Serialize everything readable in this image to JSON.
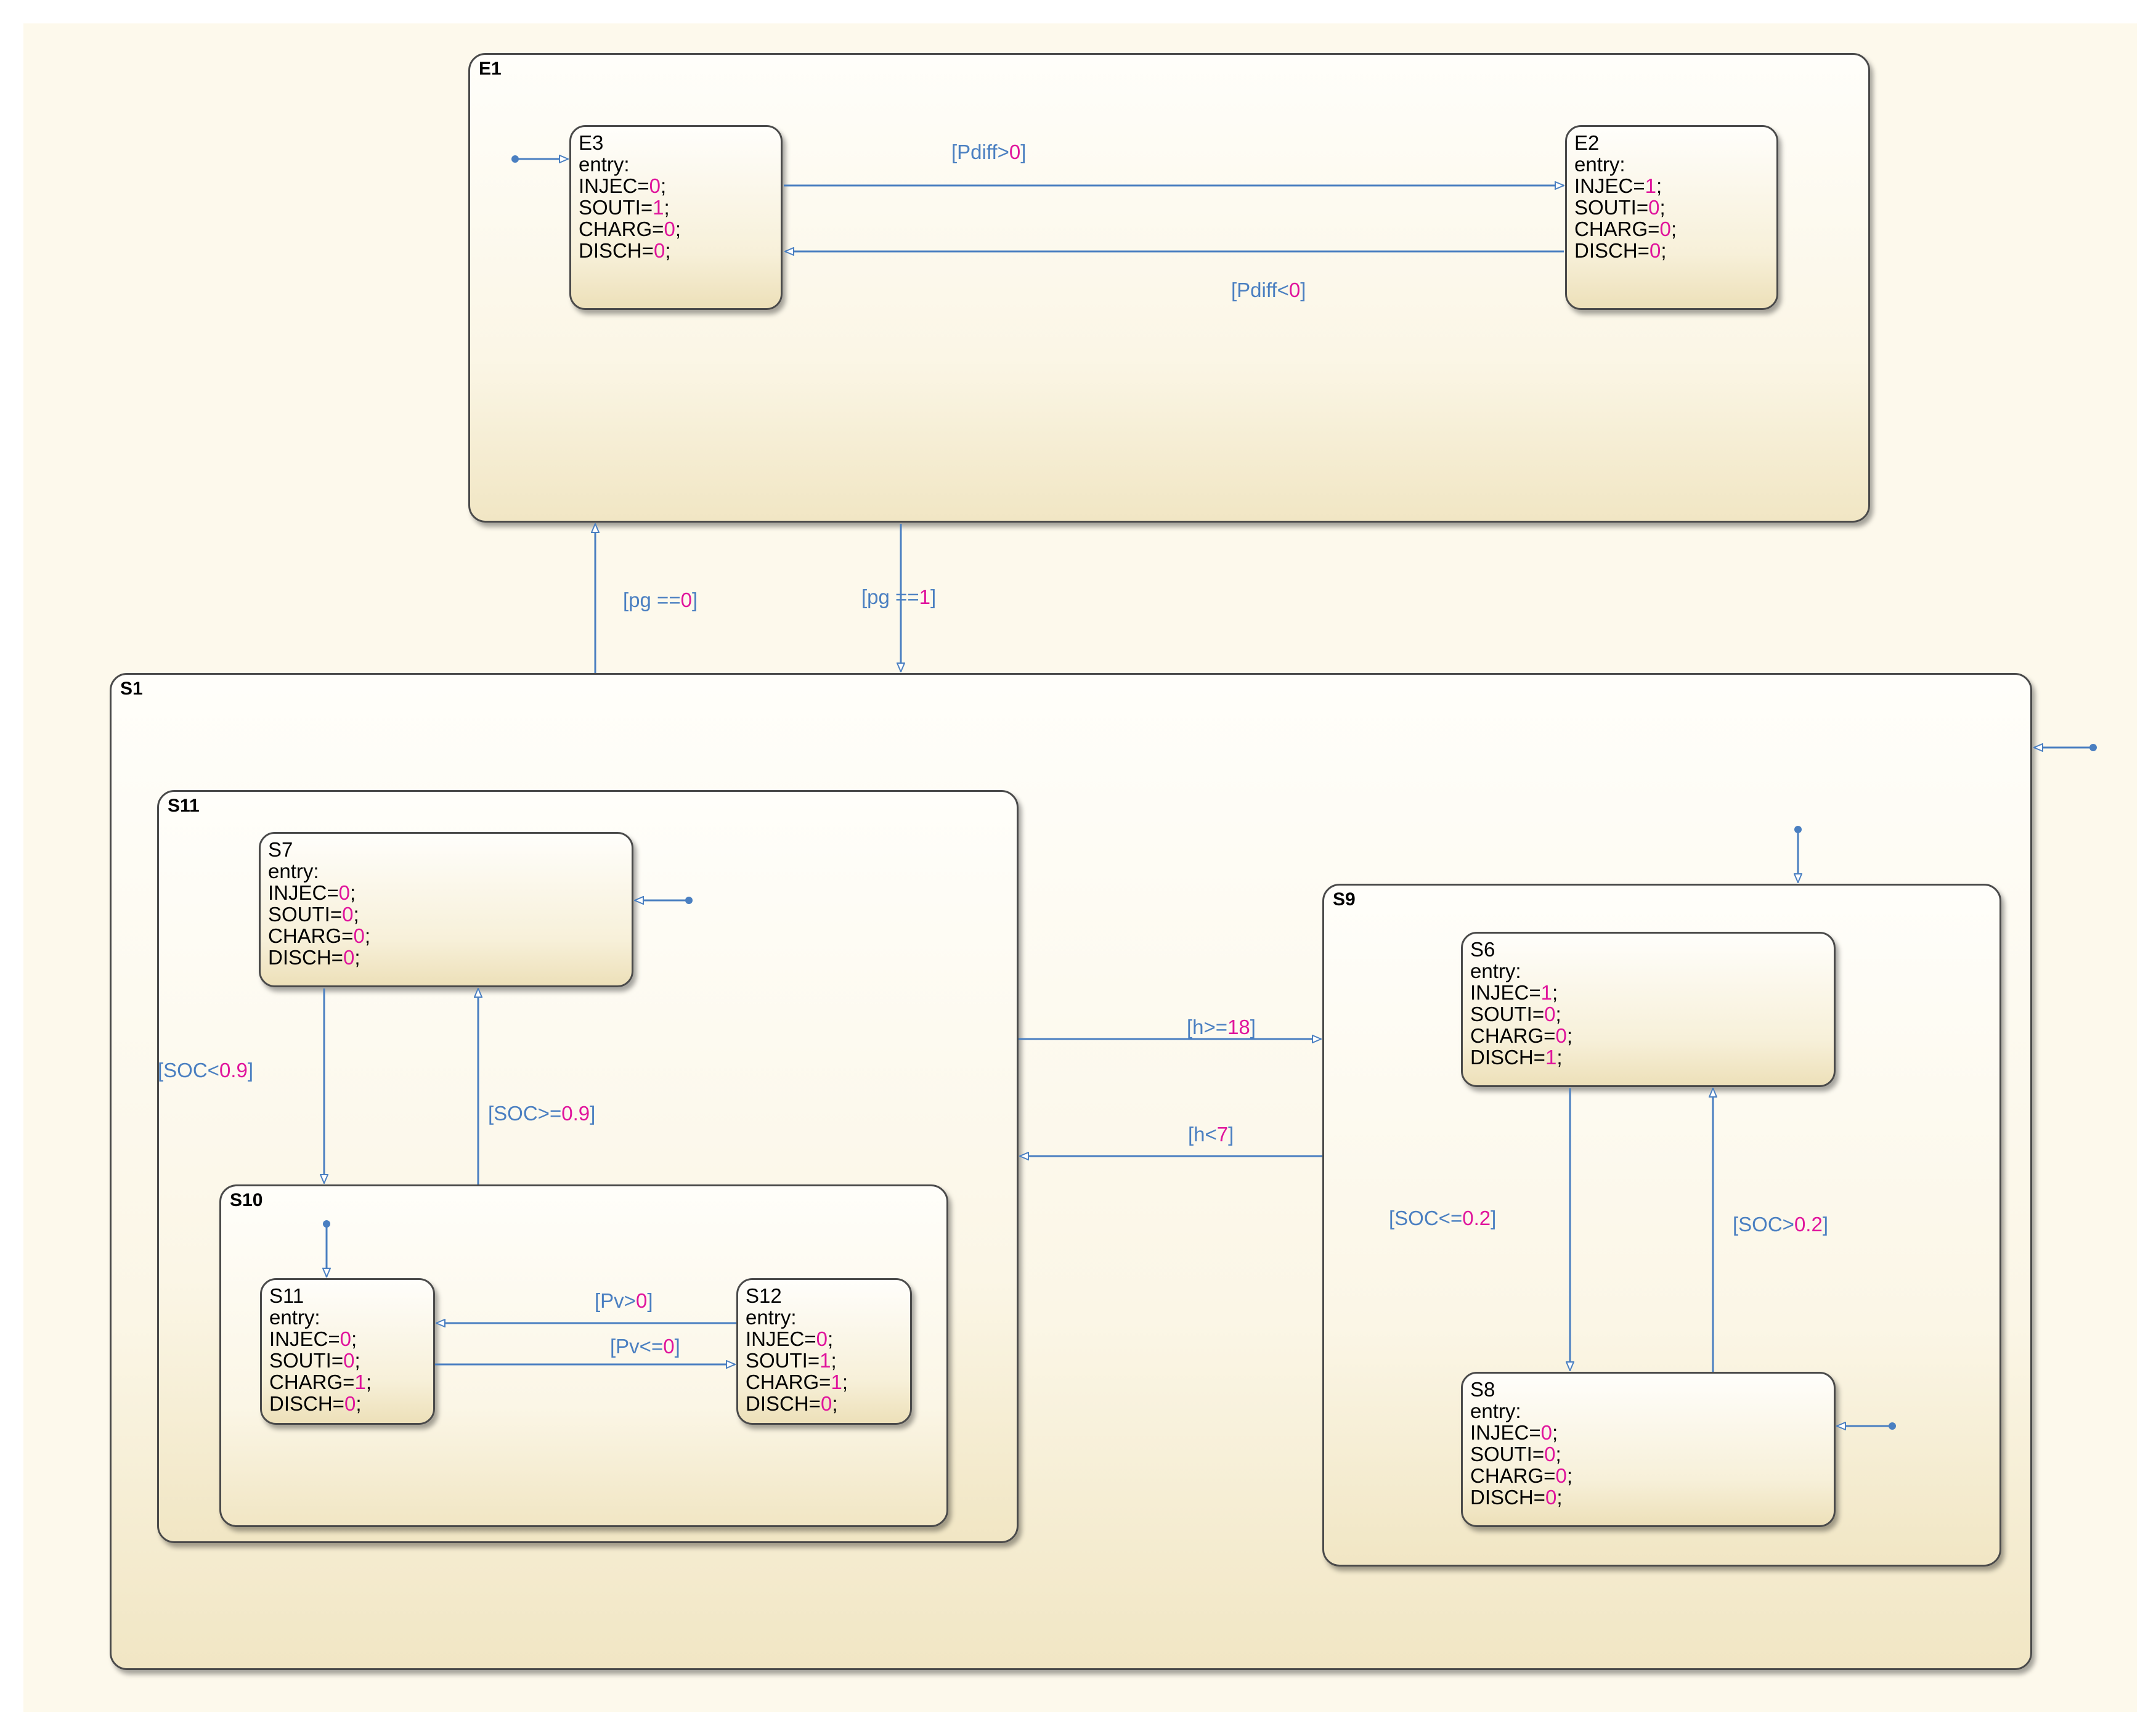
{
  "states": {
    "E1": {
      "name": "E1"
    },
    "S1": {
      "name": "S1"
    },
    "S11_outer": {
      "name": "S11"
    },
    "S10": {
      "name": "S10"
    },
    "S9": {
      "name": "S9"
    },
    "E3": {
      "name": "E3",
      "entry": "entry:",
      "actions": [
        {
          "var": "INJEC=",
          "val": "0",
          "end": ";"
        },
        {
          "var": "SOUTI=",
          "val": "1",
          "end": ";"
        },
        {
          "var": "CHARG=",
          "val": "0",
          "end": ";"
        },
        {
          "var": "DISCH=",
          "val": "0",
          "end": ";"
        }
      ]
    },
    "E2": {
      "name": "E2",
      "entry": "entry:",
      "actions": [
        {
          "var": "INJEC=",
          "val": "1",
          "end": ";"
        },
        {
          "var": "SOUTI=",
          "val": "0",
          "end": ";"
        },
        {
          "var": "CHARG=",
          "val": "0",
          "end": ";"
        },
        {
          "var": "DISCH=",
          "val": "0",
          "end": ";"
        }
      ]
    },
    "S7": {
      "name": "S7",
      "entry": "entry:",
      "actions": [
        {
          "var": "INJEC=",
          "val": "0",
          "end": ";"
        },
        {
          "var": "SOUTI=",
          "val": "0",
          "end": ";"
        },
        {
          "var": "CHARG=",
          "val": "0",
          "end": ";"
        },
        {
          "var": "DISCH=",
          "val": "0",
          "end": ";"
        }
      ]
    },
    "S11_inner": {
      "name": "S11",
      "entry": "entry:",
      "actions": [
        {
          "var": "INJEC=",
          "val": "0",
          "end": ";"
        },
        {
          "var": "SOUTI=",
          "val": "0",
          "end": ";"
        },
        {
          "var": "CHARG=",
          "val": "1",
          "end": ";"
        },
        {
          "var": "DISCH=",
          "val": "0",
          "end": ";"
        }
      ]
    },
    "S12": {
      "name": "S12",
      "entry": "entry:",
      "actions": [
        {
          "var": "INJEC=",
          "val": "0",
          "end": ";"
        },
        {
          "var": "SOUTI=",
          "val": "1",
          "end": ";"
        },
        {
          "var": "CHARG=",
          "val": "1",
          "end": ";"
        },
        {
          "var": "DISCH=",
          "val": "0",
          "end": ";"
        }
      ]
    },
    "S6": {
      "name": "S6",
      "entry": "entry:",
      "actions": [
        {
          "var": "INJEC=",
          "val": "1",
          "end": ";"
        },
        {
          "var": "SOUTI=",
          "val": "0",
          "end": ";"
        },
        {
          "var": "CHARG=",
          "val": "0",
          "end": ";"
        },
        {
          "var": "DISCH=",
          "val": "1",
          "end": ";"
        }
      ]
    },
    "S8": {
      "name": "S8",
      "entry": "entry:",
      "actions": [
        {
          "var": "INJEC=",
          "val": "0",
          "end": ";"
        },
        {
          "var": "SOUTI=",
          "val": "0",
          "end": ";"
        },
        {
          "var": "CHARG=",
          "val": "0",
          "end": ";"
        },
        {
          "var": "DISCH=",
          "val": "0",
          "end": ";"
        }
      ]
    }
  },
  "transitions": {
    "E3_E2": {
      "pre": "[Pdiff>",
      "val": "0",
      "post": "]"
    },
    "E2_E3": {
      "pre": "[Pdiff<",
      "val": "0",
      "post": "]"
    },
    "S1_E1": {
      "pre": "[pg ==",
      "val": "0",
      "post": "]"
    },
    "E1_S1": {
      "pre": "[pg ==",
      "val": "1",
      "post": "]"
    },
    "S7_S10": {
      "pre": "[SOC<",
      "val": "0.9",
      "post": "]"
    },
    "S10_S7": {
      "pre": "[SOC>=",
      "val": "0.9",
      "post": "]"
    },
    "S11_S9": {
      "pre": "[h>=",
      "val": "18",
      "post": "]"
    },
    "S9_S11": {
      "pre": "[h<",
      "val": "7",
      "post": "]"
    },
    "S12_S11": {
      "pre": "[Pv>",
      "val": "0",
      "post": "]"
    },
    "S11_S12": {
      "pre": "[Pv<=",
      "val": "0",
      "post": "]"
    },
    "S6_S8": {
      "pre": "[SOC<=",
      "val": "0.2",
      "post": "]"
    },
    "S8_S6": {
      "pre": "[SOC>",
      "val": "0.2",
      "post": "]"
    }
  },
  "colors": {
    "transition": "#4a7fc1",
    "number": "#e0149c",
    "border": "#4a4a4a",
    "state_fill": "#fbf6e6"
  }
}
